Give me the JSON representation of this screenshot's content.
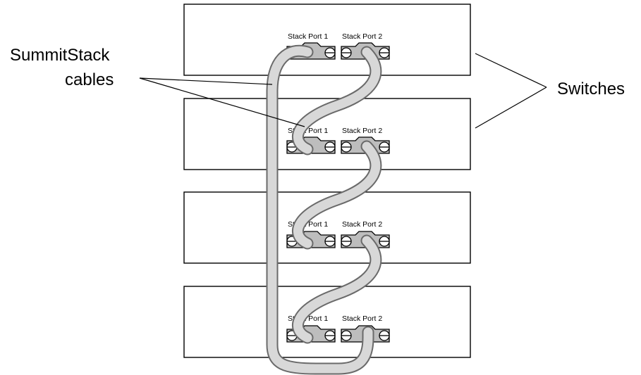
{
  "callouts": {
    "cables_line1": "SummitStack",
    "cables_line2": "cables",
    "switches": "Switches"
  },
  "switches": [
    {
      "port1_label": "Stack Port 1",
      "port2_label": "Stack Port 2"
    },
    {
      "port1_label": "Stack Port 1",
      "port2_label": "Stack Port 2"
    },
    {
      "port1_label": "Stack Port 1",
      "port2_label": "Stack Port 2"
    },
    {
      "port1_label": "Stack Port 1",
      "port2_label": "Stack Port 2"
    }
  ],
  "colors": {
    "cable_fill": "#d8d8d8",
    "cable_outline": "#6a6a6a",
    "port_fill": "#bdbdbd",
    "line": "#000000"
  }
}
